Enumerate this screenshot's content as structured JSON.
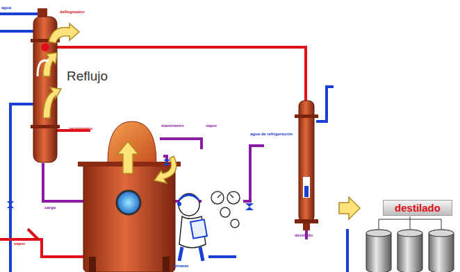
{
  "diagram": {
    "nodes": [
      {
        "text": [
          "destilado"
        ]
      }
    ],
    "labels": [
      "Reflujo",
      "agua",
      "deflegmador",
      "termómetro",
      "manómetro",
      "vapor",
      "carga",
      "agua de refrigeración",
      "vinazas",
      "destilado",
      "vapor"
    ]
  }
}
